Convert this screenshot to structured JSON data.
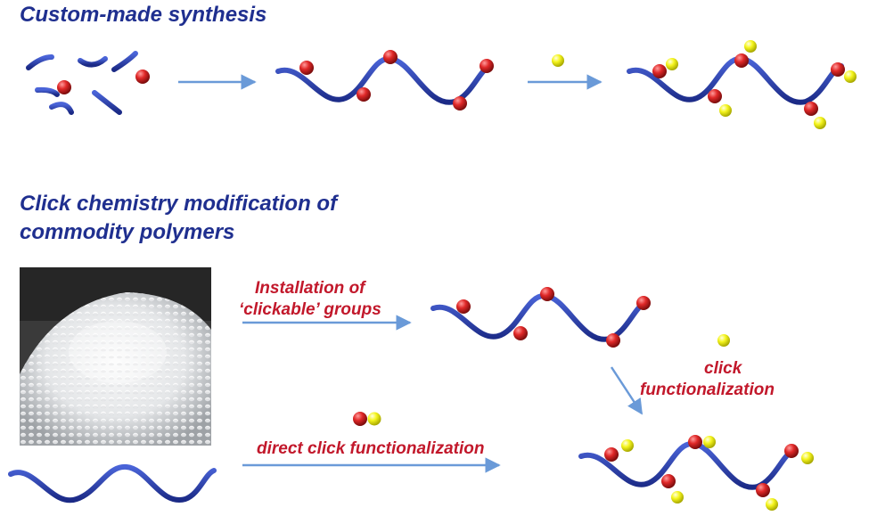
{
  "titles": {
    "custom": "Custom-made synthesis",
    "click_line1": "Click chemistry modification of",
    "click_line2": "commodity polymers"
  },
  "labels": {
    "installation_line1": "Installation of",
    "installation_line2": "‘clickable’ groups",
    "click_line1": "click",
    "click_line2": "functionalization",
    "direct": "direct click functionalization"
  },
  "colors": {
    "title": "#1f2f8f",
    "label": "#c2182b",
    "chain": "#2a3fb0",
    "arrow": "#6a9ad8",
    "red_group": "#d42a2a",
    "yellow_group": "#f2f21a"
  }
}
